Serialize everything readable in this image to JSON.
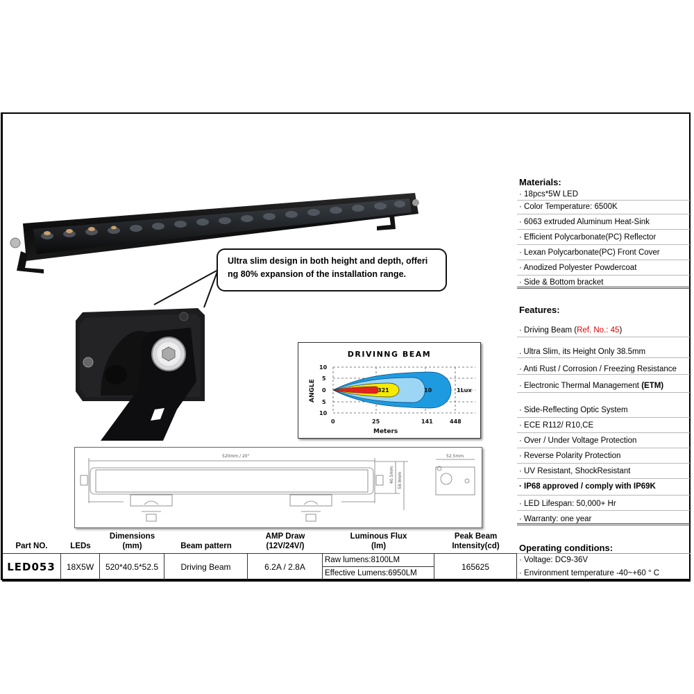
{
  "callout": {
    "line1": "Ultra slim design in both height and depth, offeri",
    "line2": "ng 80% expansion of the installation range."
  },
  "materials": {
    "title": "Materials:",
    "items": [
      "· 18pcs*5W LED",
      "· Color Temperature: 6500K",
      "· 6063 extruded Aluminum Heat-Sink",
      "· Efficient Polycarbonate(PC) Reflector",
      "· Lexan Polycarbonate(PC) Front Cover",
      "· Anodized Polyester Powdercoat",
      "· Side & Bottom bracket"
    ]
  },
  "features": {
    "title": "Features:",
    "driving_beam_prefix": "· Driving Beam (",
    "driving_beam_ref": "Ref. No.: 45",
    "driving_beam_suffix": ")",
    "ultra_slim": ". Ultra Slim, its Height Only 38.5mm",
    "anti_rust": "· Anti Rust / Corrosion / Freezing Resistance",
    "etm_prefix": "· Electronic Thermal Management ",
    "etm_bold": "(ETM)",
    "items": [
      "· Side-Reflecting Optic System",
      "· ECE R112/ R10,CE",
      "· Over / Under Voltage Protection",
      "· Reverse Polarity Protection",
      "· UV Resistant, ShockResistant",
      "· IP68 approved / comply with IP69K",
      "· LED Lifespan: 50,000+ Hr",
      "· Warranty: one year"
    ]
  },
  "operating": {
    "title": "Operating conditions:",
    "items": [
      "· Voltage: DC9-36V",
      "· Environment temperature -40~+60 ° C"
    ]
  },
  "beam_chart": {
    "title": "DRIVINNG BEAM",
    "ylabel": "ANGLE",
    "xlabel": "Meters",
    "yticks": [
      "10",
      "5",
      "0",
      "5",
      "10"
    ],
    "xticks": [
      "0",
      "25",
      "141",
      "448"
    ],
    "labels": [
      "321",
      "10",
      "1Lux"
    ],
    "colors": {
      "outer": "#1e9be0",
      "mid": "#9dd6f5",
      "inner": "#f5ea00",
      "core": "#e3231f"
    }
  },
  "drawing": {
    "length_label": "520mm / 20\"",
    "height_label": "40.5mm",
    "total_height_label": "58.9mm",
    "depth_label": "52.5mm"
  },
  "table": {
    "headers": {
      "part_no": "Part NO.",
      "leds": "LEDs",
      "dimensions_1": "Dimensions",
      "dimensions_2": "(mm)",
      "beam_pattern": "Beam pattern",
      "amp_1": "AMP Draw",
      "amp_2": "(12V/24V/)",
      "flux_1": "Luminous Flux",
      "flux_2": "(lm)",
      "peak_1": "Peak Beam",
      "peak_2": "Intensity(cd)"
    },
    "row": {
      "part_no": "LED053",
      "leds": "18X5W",
      "dimensions": "520*40.5*52.5",
      "beam_pattern": "Driving Beam",
      "amp": "6.2A / 2.8A",
      "raw_lumens": "Raw lumens:8100LM",
      "effective_lumens": "Effective Lumens:6950LM",
      "peak": "165625"
    }
  }
}
